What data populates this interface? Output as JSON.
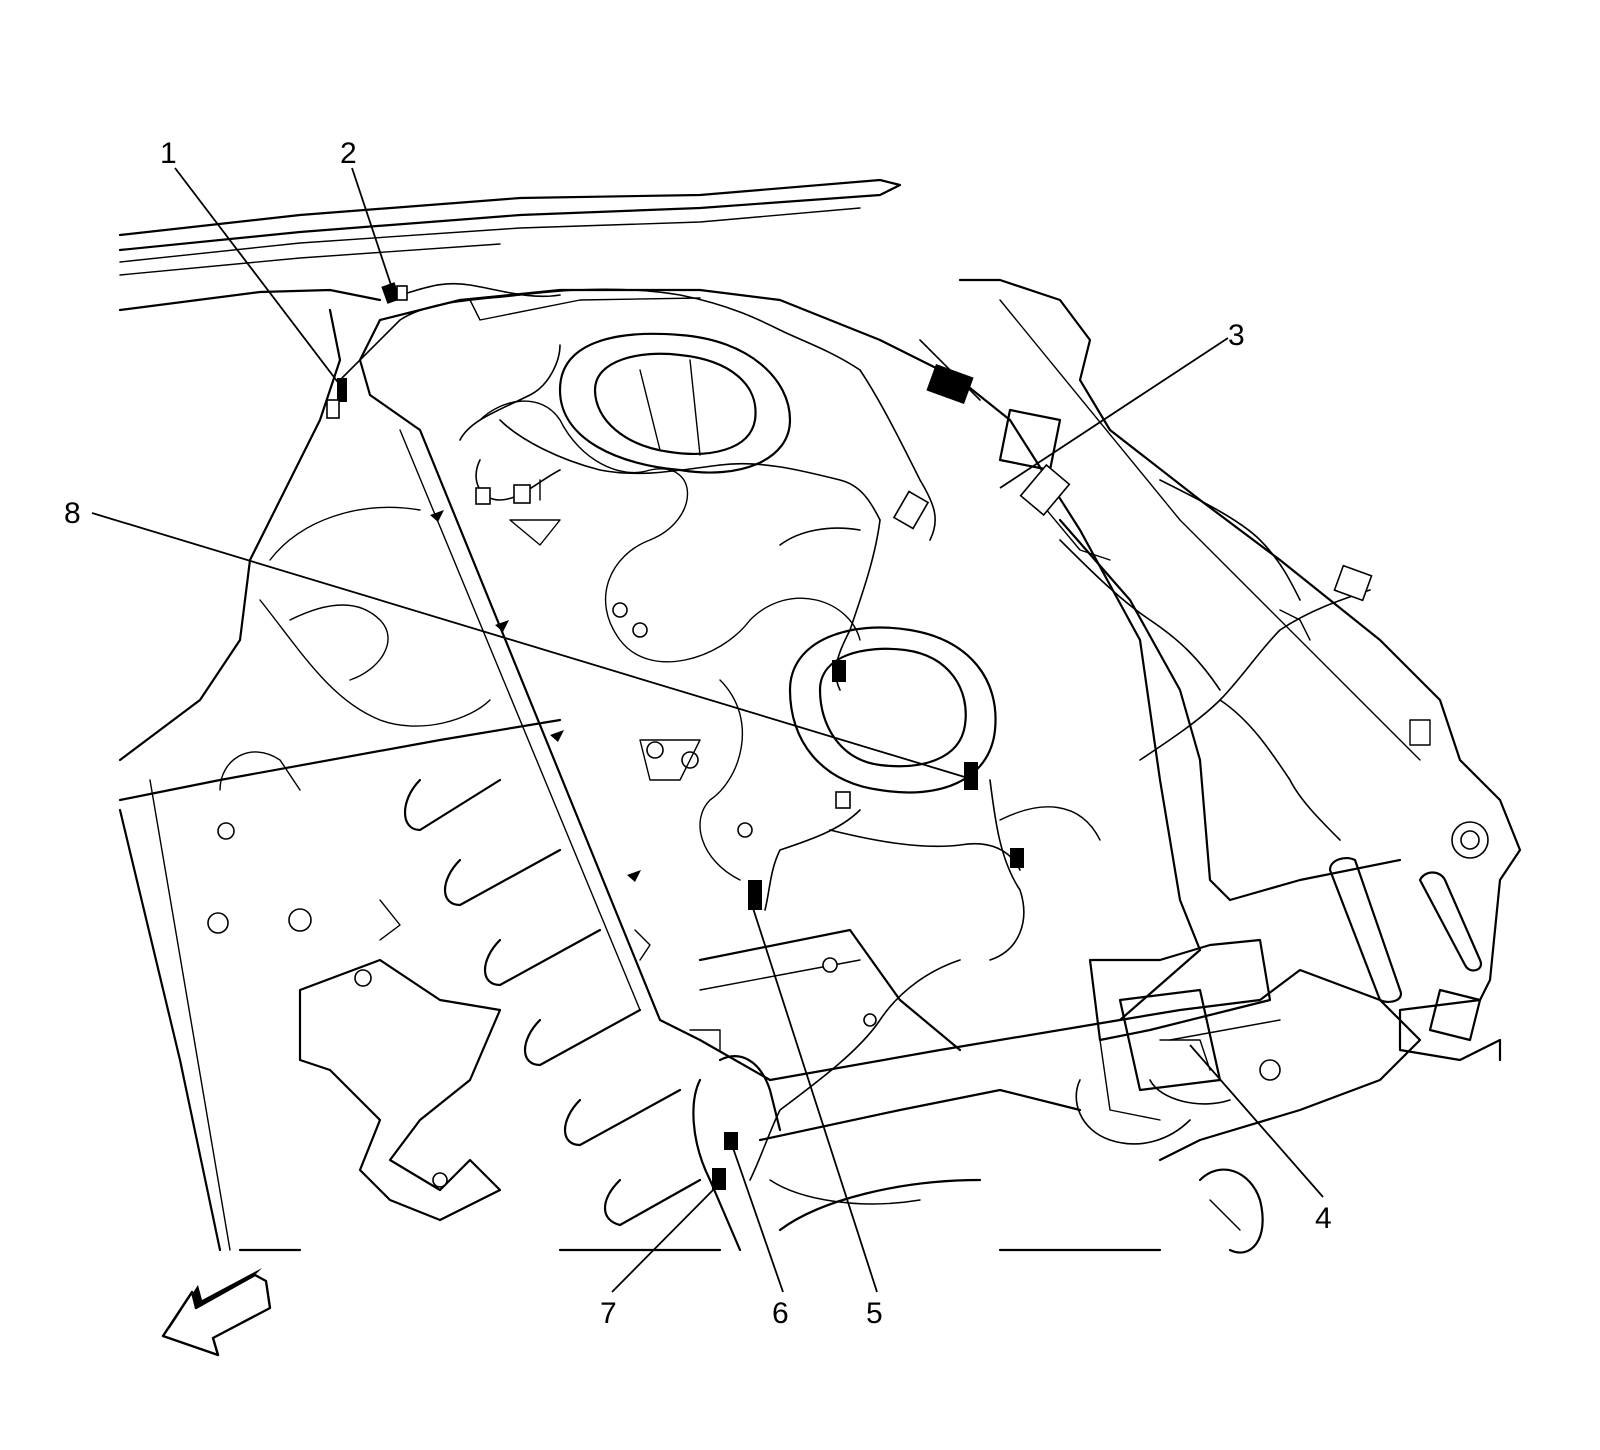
{
  "diagram": {
    "callouts": [
      {
        "id": "1",
        "label": "1"
      },
      {
        "id": "2",
        "label": "2"
      },
      {
        "id": "3",
        "label": "3"
      },
      {
        "id": "4",
        "label": "4"
      },
      {
        "id": "5",
        "label": "5"
      },
      {
        "id": "6",
        "label": "6"
      },
      {
        "id": "7",
        "label": "7"
      },
      {
        "id": "8",
        "label": "8"
      }
    ],
    "direction_arrow_icon": "arrow-down-left-icon",
    "colors": {
      "line": "#000000",
      "background": "#ffffff"
    }
  }
}
